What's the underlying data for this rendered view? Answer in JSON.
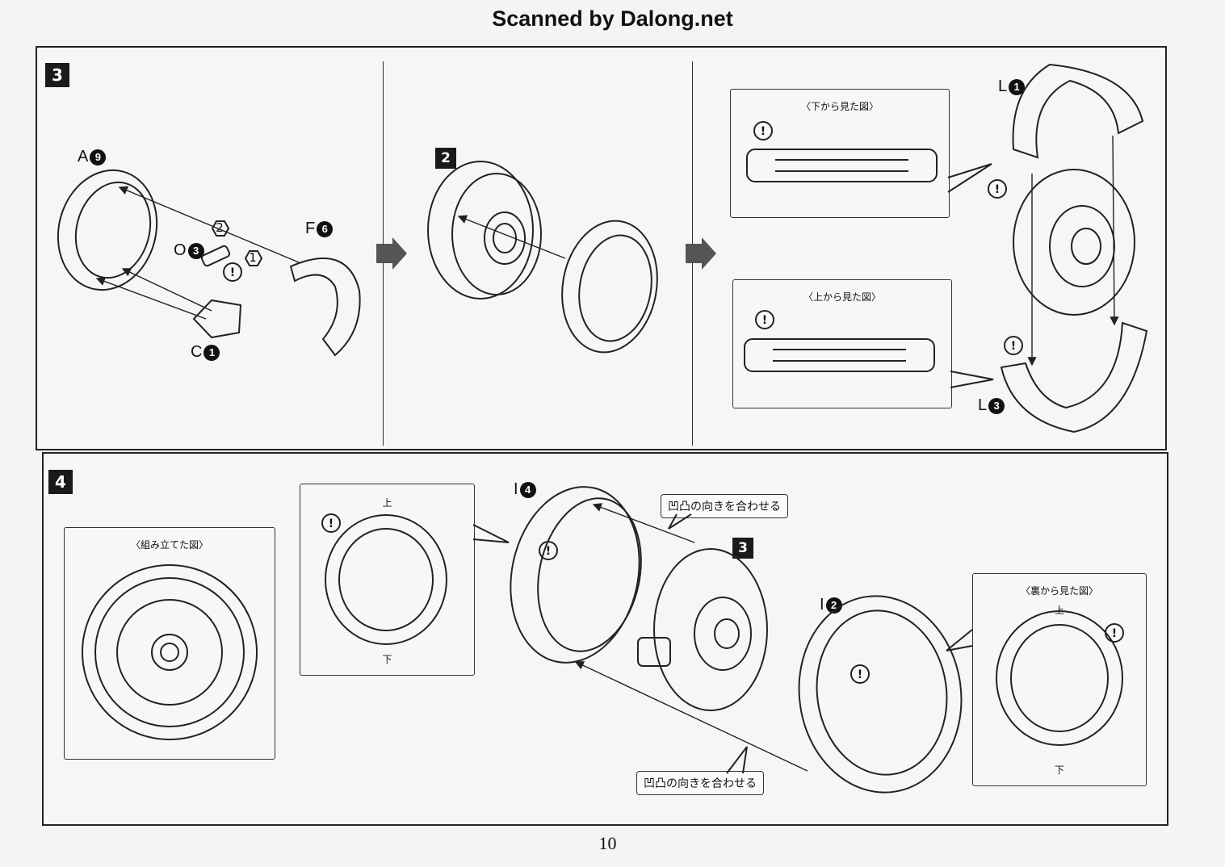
{
  "header": {
    "title": "Scanned by Dalong.net"
  },
  "page": {
    "number": "10"
  },
  "step3": {
    "number": "3",
    "panel1": {
      "parts": [
        {
          "letter": "A",
          "num": "9"
        },
        {
          "letter": "F",
          "num": "6"
        },
        {
          "letter": "O",
          "num": "3"
        },
        {
          "letter": "C",
          "num": "1"
        }
      ],
      "order": [
        "2",
        "1"
      ]
    },
    "panel2": {
      "substep": "2"
    },
    "panel3": {
      "view_bottom": "〈下から見た図〉",
      "view_top": "〈上から見た図〉",
      "parts": [
        {
          "letter": "L",
          "num": "1"
        },
        {
          "letter": "L",
          "num": "3"
        }
      ]
    }
  },
  "step4": {
    "number": "4",
    "assembled_label": "〈組み立てた図〉",
    "ring_up": "上",
    "ring_down": "下",
    "back_view": "〈裏から見た図〉",
    "back_up": "上",
    "back_down": "下",
    "parts": [
      {
        "letter": "I",
        "num": "4"
      },
      {
        "letter": "I",
        "num": "2"
      }
    ],
    "ref_step": "3",
    "align_note_top": "凹凸の向きを合わせる",
    "align_note_bottom": "凹凸の向きを合わせる"
  }
}
